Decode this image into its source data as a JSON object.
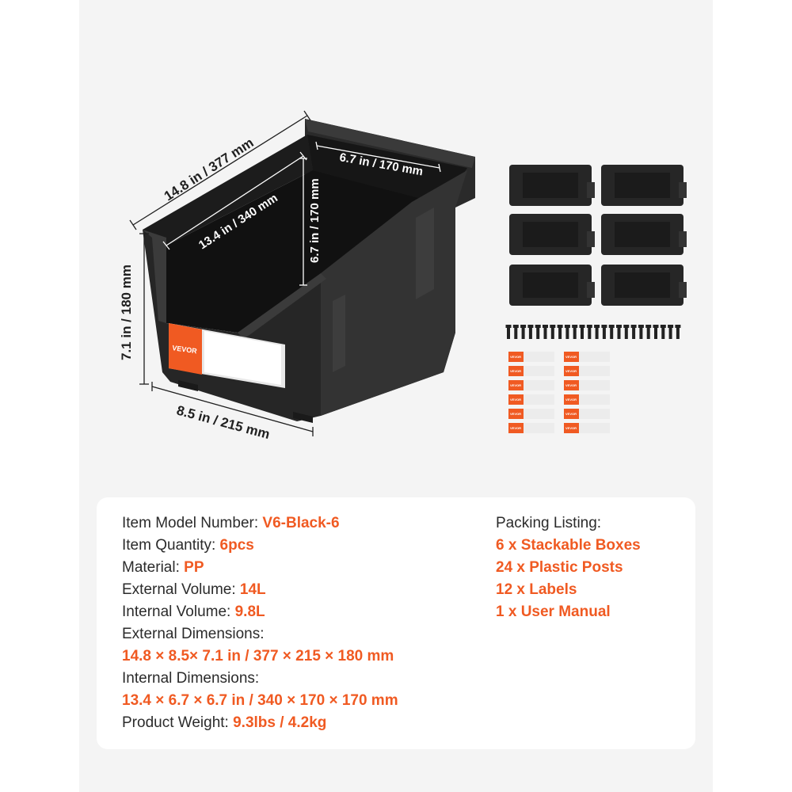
{
  "dimensions": {
    "top_length": "14.8 in / 377 mm",
    "inner_length": "13.4 in / 340 mm",
    "inner_height": "6.7 in / 170 mm",
    "inner_width": "6.7 in / 170 mm",
    "height": "7.1 in / 180 mm",
    "bottom_width": "8.5 in / 215 mm"
  },
  "brand": "VEVOR",
  "accessories": {
    "boxes": 6,
    "posts": 24,
    "labels": 12
  },
  "specs": [
    {
      "label": "Item Model Number: ",
      "value": "V6-Black-6"
    },
    {
      "label": "Item Quantity: ",
      "value": "6pcs"
    },
    {
      "label": "Material: ",
      "value": "PP"
    },
    {
      "label": "External Volume: ",
      "value": "14L"
    },
    {
      "label": "Internal Volume: ",
      "value": "9.8L"
    },
    {
      "label": "External Dimensions:",
      "value": ""
    },
    {
      "label": "",
      "value": "14.8 × 8.5× 7.1 in / 377 × 215 × 180 mm"
    },
    {
      "label": "Internal Dimensions:",
      "value": ""
    },
    {
      "label": "",
      "value": "13.4 × 6.7 × 6.7 in / 340 × 170 × 170 mm"
    },
    {
      "label": "Product Weight: ",
      "value": "9.3lbs / 4.2kg"
    }
  ],
  "packing": {
    "title": "Packing Listing:",
    "items": [
      "6 x Stackable Boxes",
      "24 x Plastic Posts",
      "12 x Labels",
      "1 x User Manual"
    ]
  },
  "colors": {
    "accent": "#f05a22",
    "panel": "#f4f4f4",
    "bin": "#2a2a2a"
  }
}
